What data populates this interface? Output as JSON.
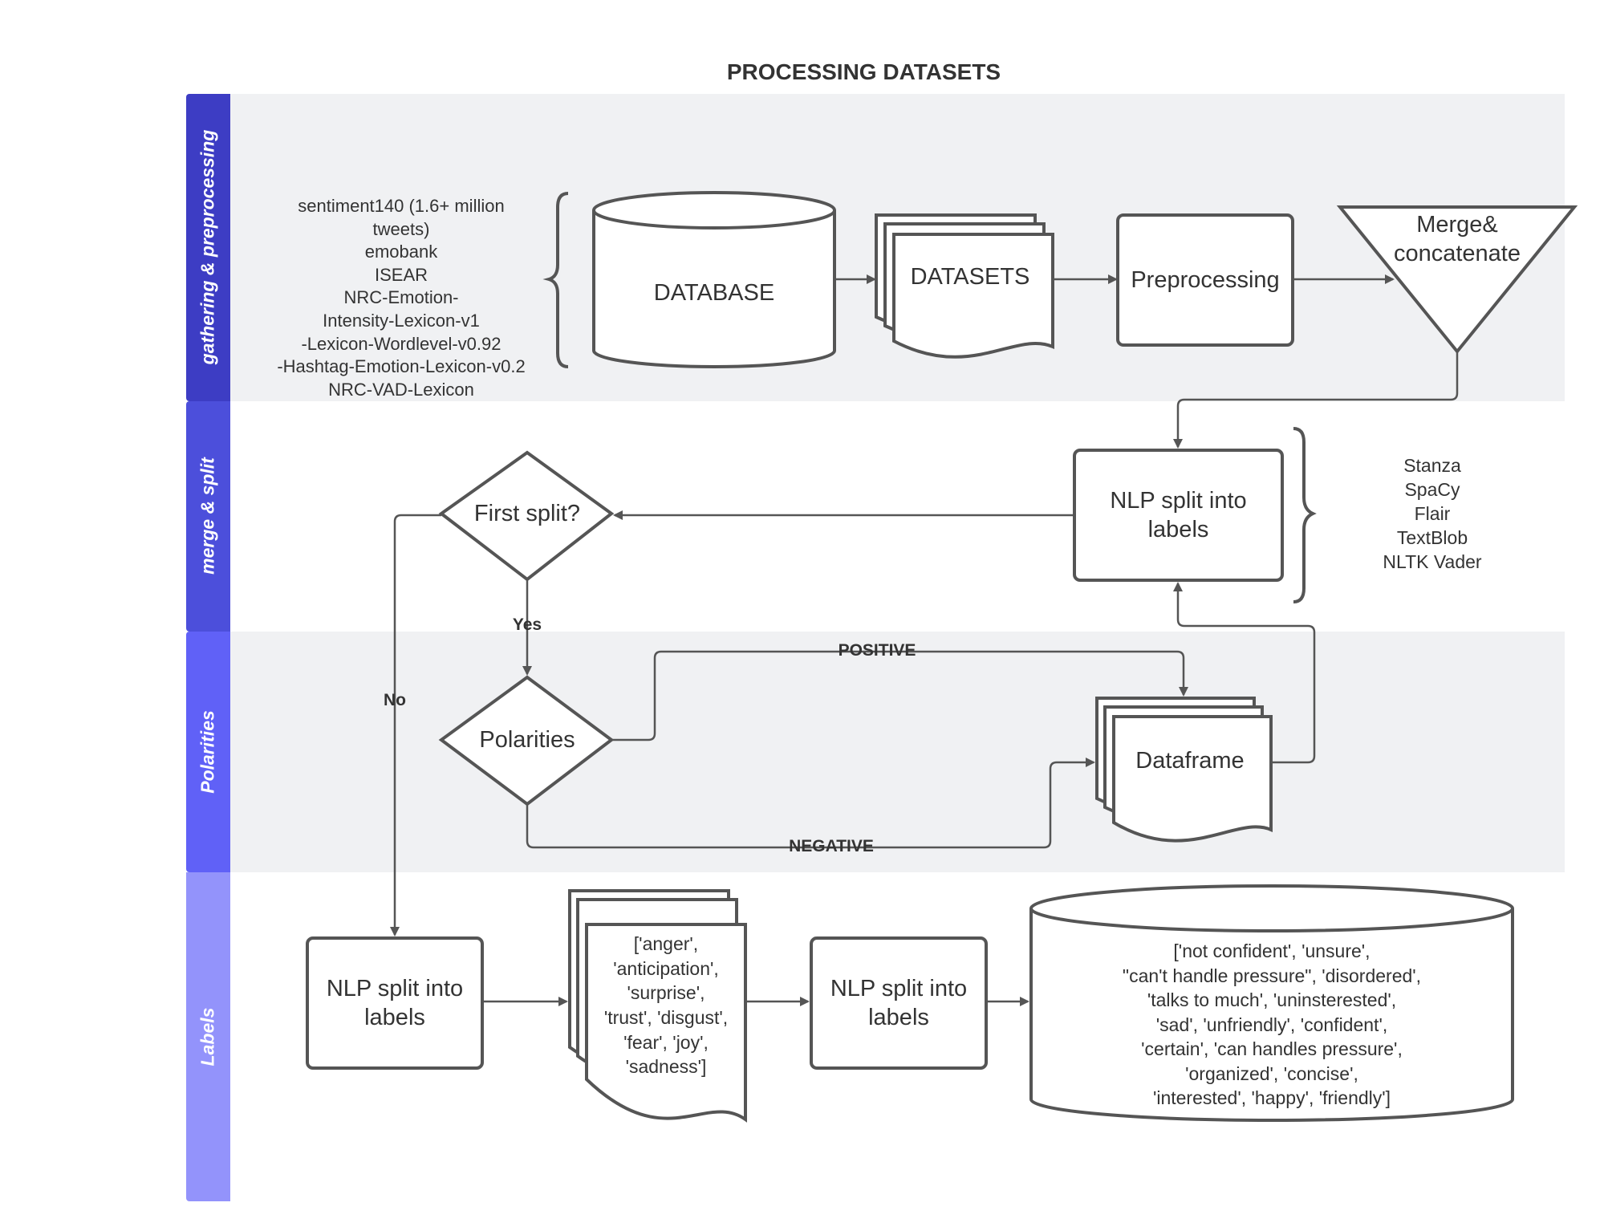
{
  "title": "PROCESSING DATASETS",
  "lanes": [
    {
      "label": "gathering & preprocessing",
      "band_color": "#f0f1f3",
      "tab_color": "#3d3dc4"
    },
    {
      "label": "merge & split",
      "band_color": "#ffffff",
      "tab_color": "#4c4fdb"
    },
    {
      "label": "Polarities",
      "band_color": "#f0f1f3",
      "tab_color": "#6061f7"
    },
    {
      "label": "Labels",
      "band_color": "#ffffff",
      "tab_color": "#9393fb"
    }
  ],
  "sources_note": "sentiment140 (1.6+ million\ntweets)\nemobank\nISEAR\nNRC-Emotion-\nIntensity-Lexicon-v1\n-Lexicon-Wordlevel-v0.92\n-Hashtag-Emotion-Lexicon-v0.2\nNRC-VAD-Lexicon",
  "tools_note": "Stanza\nSpaCy\nFlair\nTextBlob\nNLTK Vader",
  "nodes": {
    "database": "DATABASE",
    "datasets": "DATASETS",
    "preprocessing": "Preprocessing",
    "merge": "Merge&\nconcatenate",
    "nlp_split_top": "NLP split into\nlabels",
    "first_split": "First split?",
    "polarities": "Polarities",
    "dataframe": "Dataframe",
    "nlp_split_left": "NLP split into\nlabels",
    "emotions_doc": "['anger',\n'anticipation',\n'surprise',\n'trust',  'disgust',\n'fear',  'joy',\n'sadness']",
    "nlp_split_mid": "NLP split into\nlabels",
    "labels_db": "['not confident', 'unsure',\n\"can't handle pressure\", 'disordered',\n'talks to much', 'uninsterested',\n'sad', 'unfriendly', 'confident',\n'certain', 'can handles pressure',\n'organized', 'concise',\n'interested', 'happy', 'friendly']"
  },
  "edge_labels": {
    "yes": "Yes",
    "no": "No",
    "positive": "POSITIVE",
    "negative": "NEGATIVE"
  },
  "colors": {
    "stroke": "#555555",
    "text": "#333333"
  }
}
